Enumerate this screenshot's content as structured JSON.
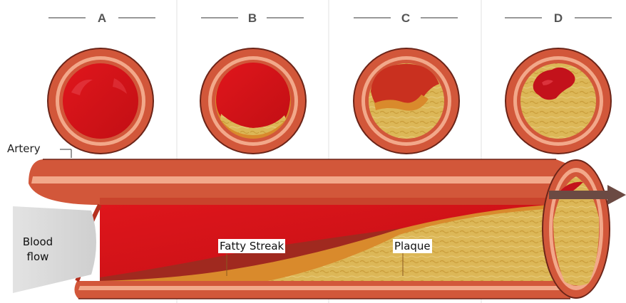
{
  "stages": [
    {
      "id": "A",
      "label": "A"
    },
    {
      "id": "B",
      "label": "B"
    },
    {
      "id": "C",
      "label": "C"
    },
    {
      "id": "D",
      "label": "D"
    }
  ],
  "labels": {
    "artery": "Artery",
    "blood_flow_line1": "Blood",
    "blood_flow_line2": "flow",
    "fatty_streak": "Fatty Streak",
    "plaque": "Plaque"
  },
  "colors": {
    "artery_outer": "#d2573a",
    "artery_wall_light": "#f2a88a",
    "blood": "#d6151b",
    "fatty_plaque": "#d9b24a",
    "fatty_orange": "#d98a2c",
    "divider": "#dddddd",
    "tube_interior": "#a0291f"
  }
}
